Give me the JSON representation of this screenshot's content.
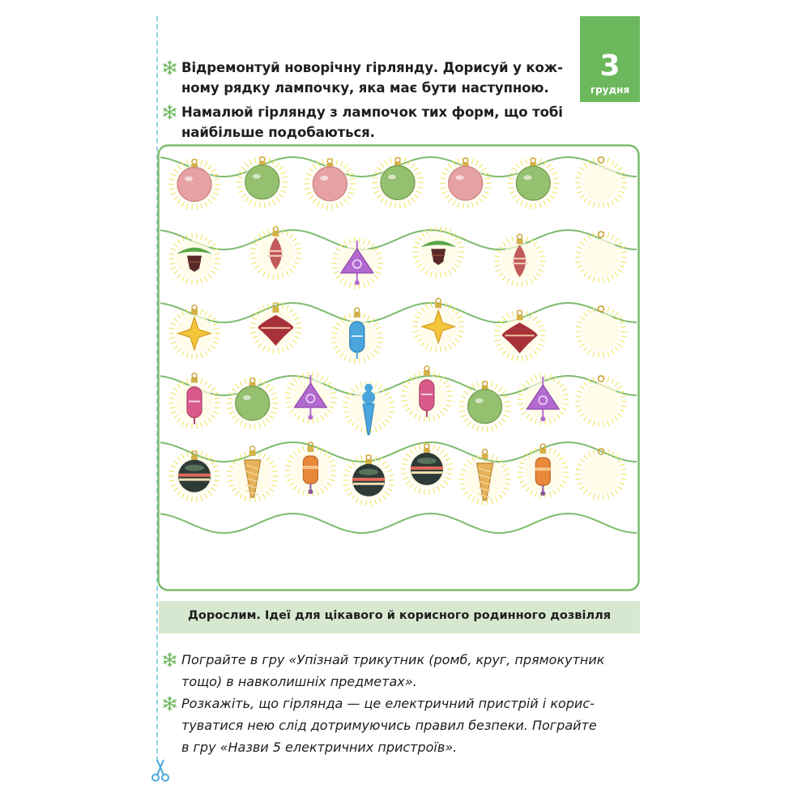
{
  "date": {
    "day": "3",
    "month": "грудня"
  },
  "tasks": {
    "item1_line1": "Відремонтуй новорічну гірлянду. Дорисуй у кож-",
    "item1_line2": "ному рядку лампочку, яка має бути наступною.",
    "item2_line1": "Намалюй гірлянду з лампочок тих форм, що тобі",
    "item2_line2": "найбільше подобаються."
  },
  "garland": {
    "rows": [
      [
        "ball-pink",
        "ball-green",
        "ball-pink",
        "ball-green",
        "ball-pink",
        "ball-green",
        "empty"
      ],
      [
        "pinecone",
        "spinner-pink",
        "triangle-purple",
        "pinecone",
        "spinner-pink",
        "empty"
      ],
      [
        "star-yellow",
        "spinner-red",
        "oval-blue",
        "star-yellow",
        "spinner-red",
        "empty"
      ],
      [
        "oval-pink",
        "ball-green",
        "triangle-purple",
        "icicle-blue",
        "oval-pink",
        "ball-green",
        "triangle-purple",
        "empty"
      ],
      [
        "ball-striped",
        "cone-gold",
        "lantern-orange",
        "ball-striped",
        "ball-striped",
        "cone-gold",
        "lantern-orange",
        "empty"
      ]
    ],
    "colors": {
      "line": "#7dbb6c",
      "glow": "#f2e66a",
      "pink": "#e6a2a2",
      "green": "#94c06f",
      "purple": "#b26ad0",
      "red": "#a8323a",
      "blue": "#4aa6dc",
      "gold": "#e6b25a",
      "orange": "#e8893a",
      "dark": "#2e3a36"
    }
  },
  "parent_section": {
    "title": "Дорослим. Ідеї для цікавого й корисного родинного дозвілля"
  },
  "tips": {
    "item1_line1": "Пограйте в гру «Упізнай трикутник (ромб, круг, прямокутник",
    "item1_line2": "тощо) в навколишніх предметах».",
    "item2_line1": "Розкажіть, що гірлянда — це електричний пристрій і корис-",
    "item2_line2": "туватися нею слід дотримуючись правил безпеки. Пограйте",
    "item2_line3": "в гру «Назви 5 електричних пристроїв»."
  },
  "icons": {
    "bullet": "snowflake-icon",
    "cut": "scissors-icon"
  },
  "colors": {
    "accent": "#6cb85c",
    "banner": "#d6e8cf",
    "cut_line": "#8fd0df"
  }
}
